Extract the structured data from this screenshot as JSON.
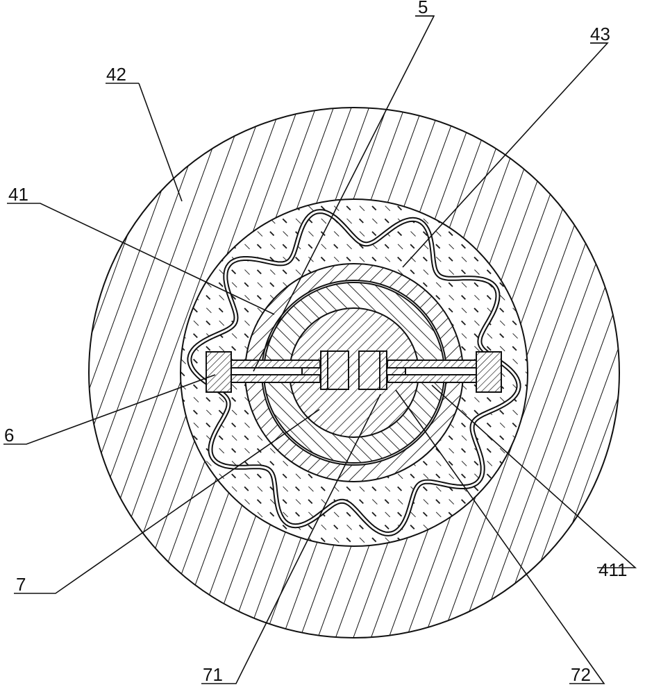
{
  "diagram": {
    "callouts": [
      {
        "id": "c5",
        "text": "5"
      },
      {
        "id": "c43",
        "text": "43"
      },
      {
        "id": "c42",
        "text": "42"
      },
      {
        "id": "c41",
        "text": "41"
      },
      {
        "id": "c6",
        "text": "6"
      },
      {
        "id": "c7",
        "text": "7"
      },
      {
        "id": "c411",
        "text": "411"
      },
      {
        "id": "c71",
        "text": "71"
      },
      {
        "id": "c72",
        "text": "72"
      }
    ]
  }
}
